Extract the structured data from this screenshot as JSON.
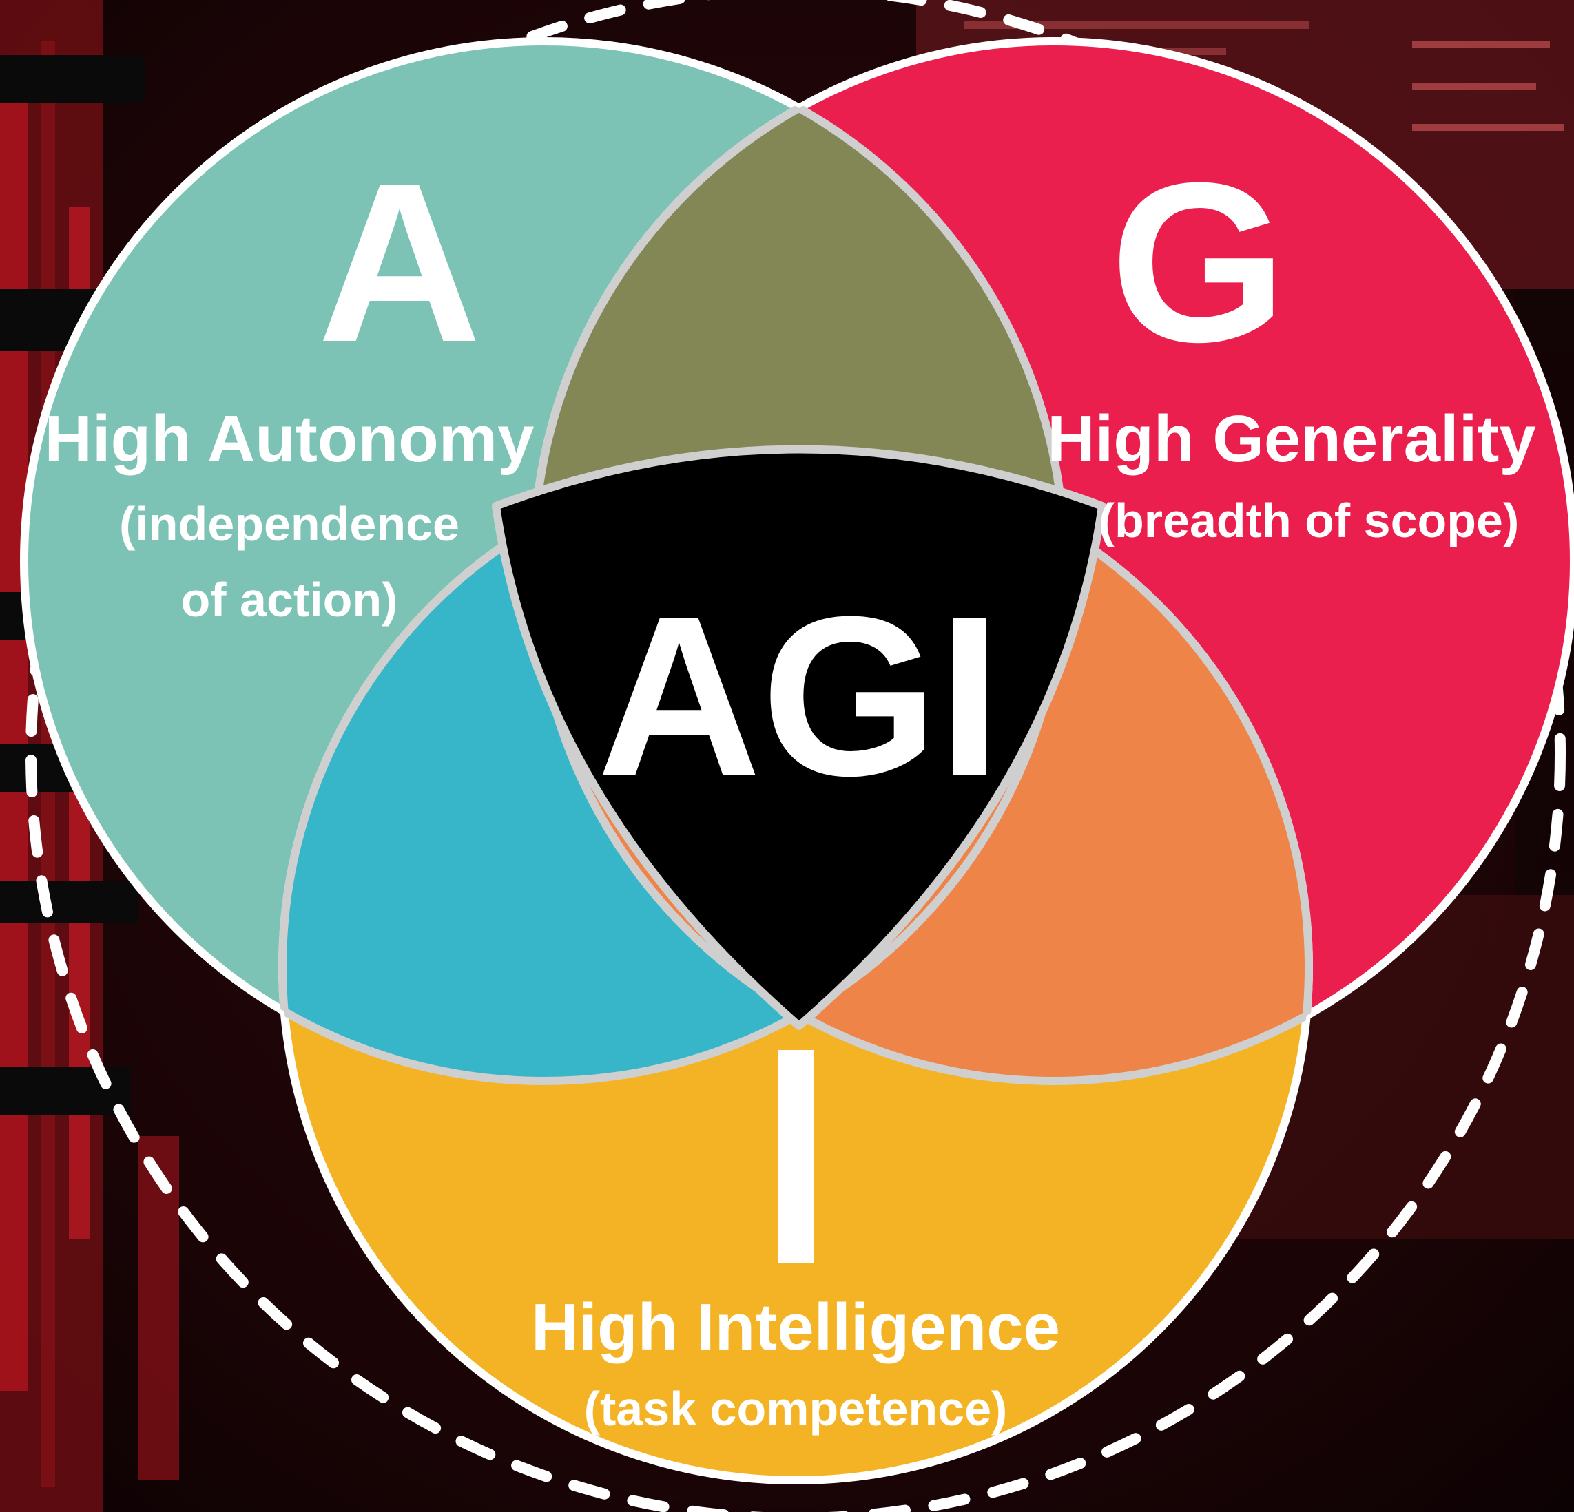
{
  "diagram": {
    "center": {
      "label": "AGI"
    },
    "circles": [
      {
        "letter": "A",
        "title": "High Autonomy",
        "subtitle_line1": "(independence",
        "subtitle_line2": "of action)",
        "color": "#7cc3b6"
      },
      {
        "letter": "G",
        "title": "High Generality",
        "subtitle_line1": "(breadth of scope)",
        "color": "#ea1f4d"
      },
      {
        "letter": "I",
        "title": "High Intelligence",
        "subtitle_line1": "(task competence)",
        "color": "#f4b324"
      }
    ],
    "overlap_colors": {
      "autonomy_generality": "#838756",
      "autonomy_intelligence": "#38b6c9",
      "generality_intelligence": "#ee8447",
      "center": "#000000"
    },
    "outline_color": "#cfcfcf",
    "background_color": "#200608"
  }
}
